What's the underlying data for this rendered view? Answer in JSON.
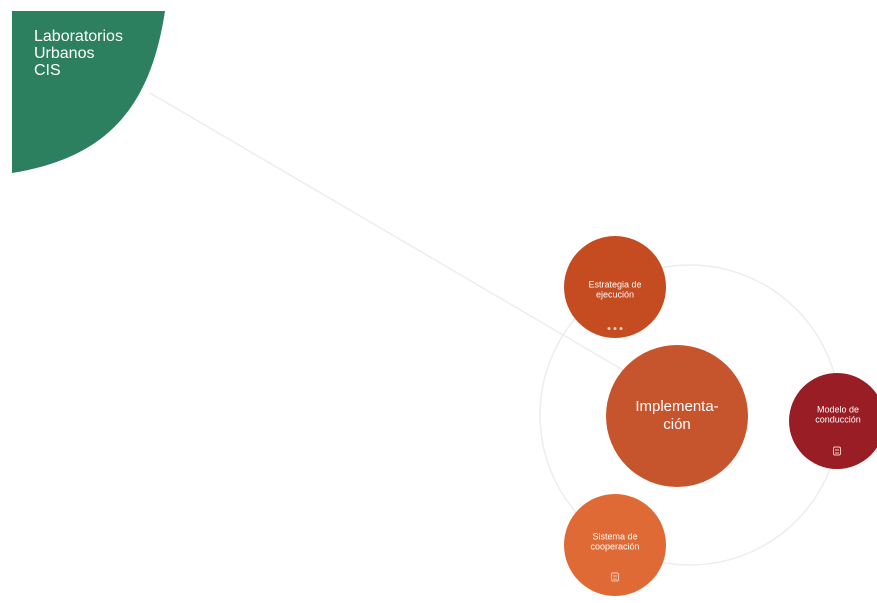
{
  "colors": {
    "root": "#2c7f5f",
    "center": "#c6542c",
    "top": "#c54c21",
    "right": "#981d25",
    "bottom": "#e06a35",
    "orbit": "#ededed",
    "connector": "#ededed"
  },
  "root": {
    "title_lines": [
      "Laboratorios",
      "Urbanos",
      "CIS"
    ]
  },
  "center": {
    "title_lines": [
      "Implementa-",
      "ción"
    ]
  },
  "nodes": {
    "top": {
      "title_lines": [
        "Estrategia de",
        "ejecución"
      ],
      "icon": "more-dots-icon"
    },
    "right": {
      "title_lines": [
        "Modelo de",
        "conducción"
      ],
      "icon": "document-icon"
    },
    "bottom": {
      "title_lines": [
        "Sistema de",
        "cooperación"
      ],
      "icon": "document-icon"
    }
  }
}
